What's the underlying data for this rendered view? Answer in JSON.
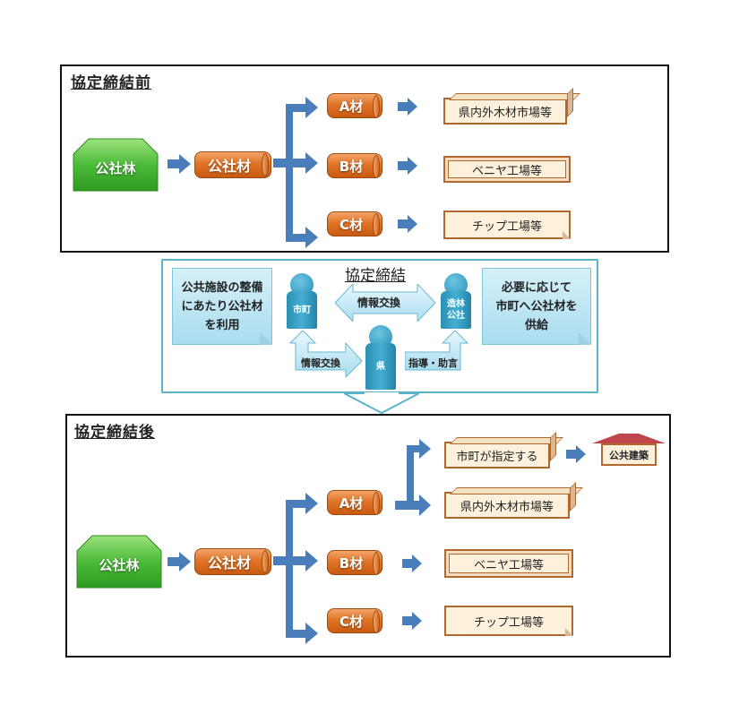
{
  "before_panel": {
    "title": "協定締結前",
    "source": "公社林",
    "material": "公社材",
    "grades": [
      {
        "label": "A材",
        "destination": "県内外木材市場等"
      },
      {
        "label": "B材",
        "destination": "ベニヤ工場等"
      },
      {
        "label": "C材",
        "destination": "チップ工場等"
      }
    ]
  },
  "agreement_panel": {
    "title": "協定締結",
    "left_note": [
      "公共施設の整備",
      "にあたり公社材",
      "を利用"
    ],
    "right_note": [
      "必要に応じて",
      "市町へ公社材を",
      "供給"
    ],
    "actors": {
      "municipality": "市町",
      "prefecture": "県",
      "forestry_corp_line1": "造林",
      "forestry_corp_line2": "公社"
    },
    "top_exchange": "情報交換",
    "bottom_exchange": "情報交換",
    "guidance": "指導・助言"
  },
  "after_panel": {
    "title": "協定締結後",
    "source": "公社林",
    "material": "公社材",
    "grades": [
      {
        "label": "A材",
        "destinations": [
          "市町が指定する",
          "県内外木材市場等"
        ]
      },
      {
        "label": "B材",
        "destination": "ベニヤ工場等"
      },
      {
        "label": "C材",
        "destination": "チップ工場等"
      }
    ],
    "public_building": "公共建築"
  },
  "colors": {
    "arrow_blue": "#4a7ebb",
    "log_orange": "#e07427",
    "forest_green": "#4cbb3a",
    "agreement_teal": "#5ab3c9",
    "roof_red": "#c0454a"
  }
}
